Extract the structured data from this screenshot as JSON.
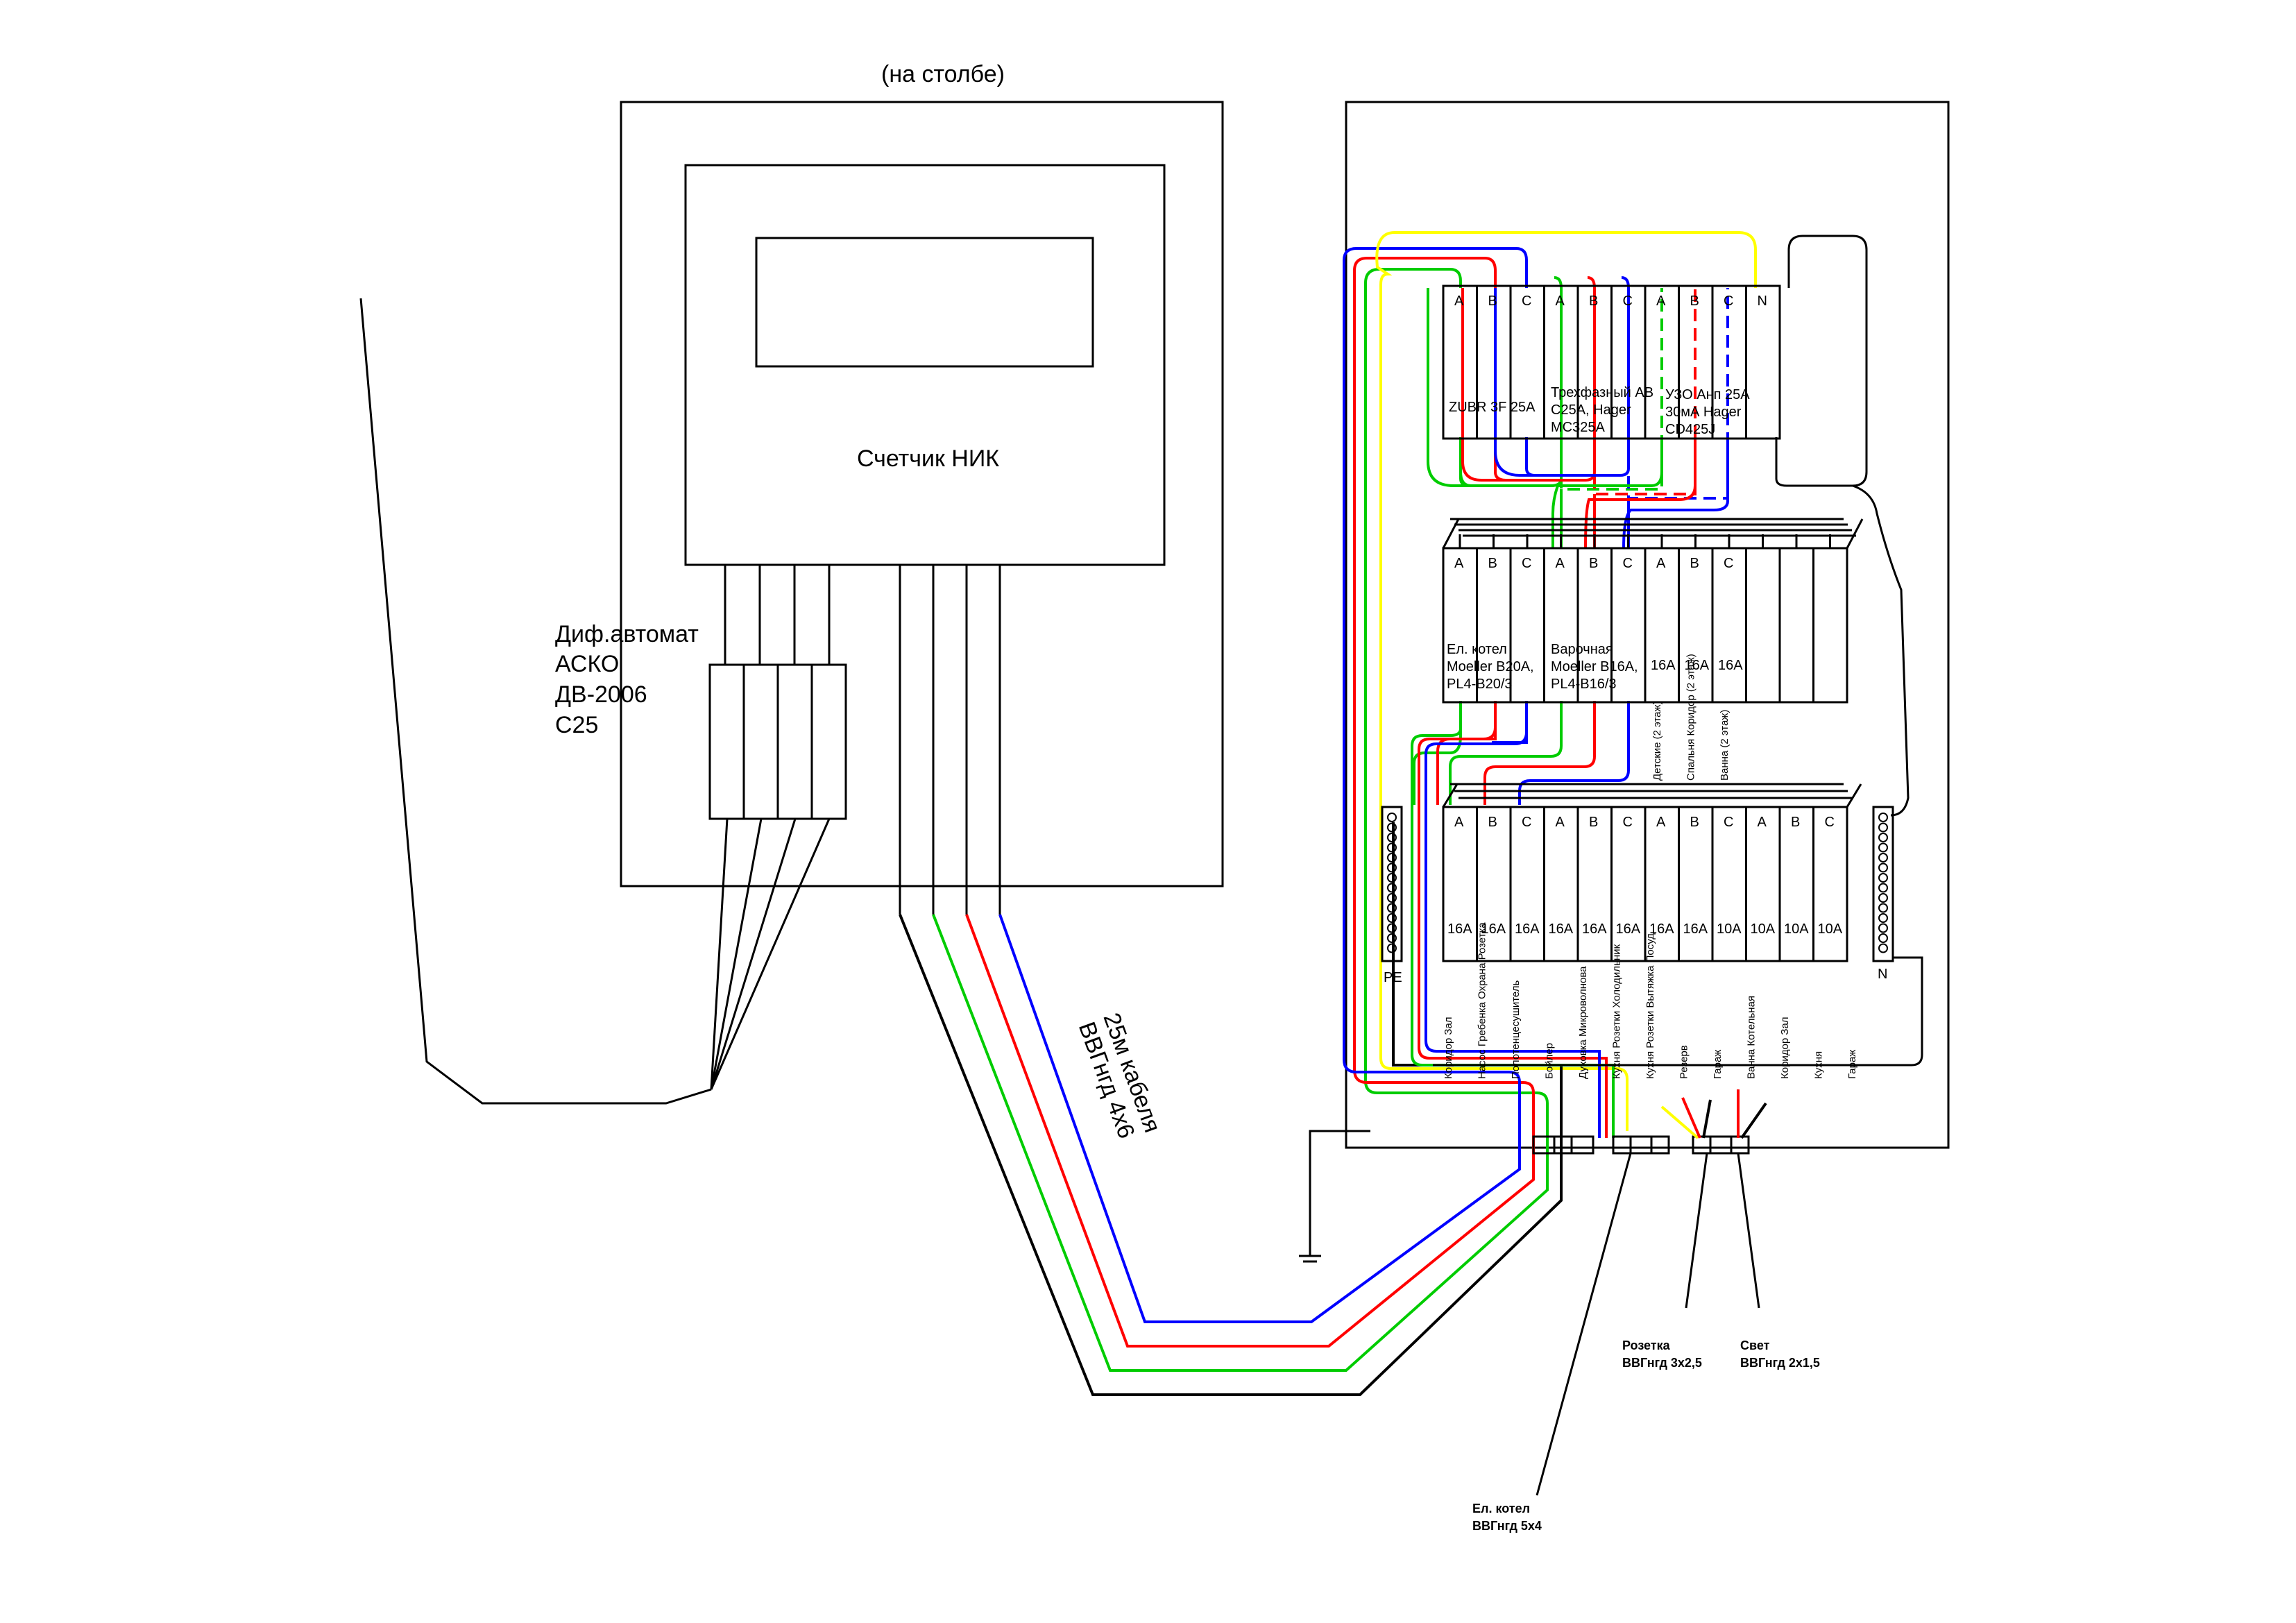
{
  "title": "",
  "pole_caption": "(на столбе)",
  "meter": {
    "label": "Счетчик НИК"
  },
  "diff_breaker": {
    "lines": [
      "Диф.автомат",
      "АСКО",
      "ДВ-2006",
      "С25"
    ]
  },
  "cable_main": {
    "lines": [
      "25м кабеля",
      "ВВГнгд 4х6"
    ]
  },
  "panel": {
    "top_row": {
      "poles": [
        "A",
        "B",
        "C",
        "A",
        "B",
        "C",
        "A",
        "B",
        "C",
        "N"
      ],
      "zubr_label": "ZUBR 3F 25A",
      "threephase_label": [
        "Трехфазный АВ",
        "C25A,  Hager",
        "MC325A"
      ],
      "uzo_label": [
        "УЗО Анп 25А",
        "30мА Hager",
        "CD425J"
      ]
    },
    "middle_row": {
      "poles": [
        "A",
        "B",
        "C",
        "A",
        "B",
        "C",
        "A",
        "B",
        "C",
        "",
        "",
        ""
      ],
      "boiler_label": [
        "Ел. котел",
        "Moeller  B20A,",
        "PL4-B20/3"
      ],
      "cooktop_label": [
        "Варочная",
        "Moeller  B16A,",
        "PL4-B16/3"
      ],
      "ratings": [
        "16A",
        "16A",
        "16A"
      ],
      "circuits": [
        "Детские (2 этаж)",
        "Спальня Коридор (2 этаж)",
        "Ванна (2 этаж)"
      ]
    },
    "bottom_row": {
      "poles": [
        "A",
        "B",
        "C",
        "A",
        "B",
        "C",
        "A",
        "B",
        "C",
        "A",
        "B",
        "C"
      ],
      "ratings": [
        "16A",
        "16A",
        "16A",
        "16A",
        "16A",
        "16A",
        "16A",
        "16A",
        "10A",
        "10A",
        "10A",
        "10A"
      ],
      "circuits": [
        "Коридор Зал",
        "Насос Гребенка Охрана Розетка",
        "Полотенцесушитель",
        "Бойлер",
        "Духовка Микроволнова",
        "Кухня Розетки Холодильник",
        "Кухня Розетки Вытяжка Посуд",
        "Резерв",
        "Гараж",
        "Ванна Котельная",
        "Коридор Зал",
        "Кухня",
        "Гараж"
      ]
    },
    "pe_label": "PE",
    "n_label": "N"
  },
  "outlets": {
    "socket": [
      "Розетка",
      "ВВГнгд 3х2,5"
    ],
    "light": [
      "Свет",
      "ВВГнгд 2х1,5"
    ],
    "boiler": [
      "Ел. котел",
      "ВВГнгд 5х4"
    ]
  },
  "colors": {
    "phase_a": "#00cc00",
    "phase_b": "#ff0000",
    "phase_c": "#0000ff",
    "neutral": "#ffff00",
    "outline": "#000000"
  }
}
